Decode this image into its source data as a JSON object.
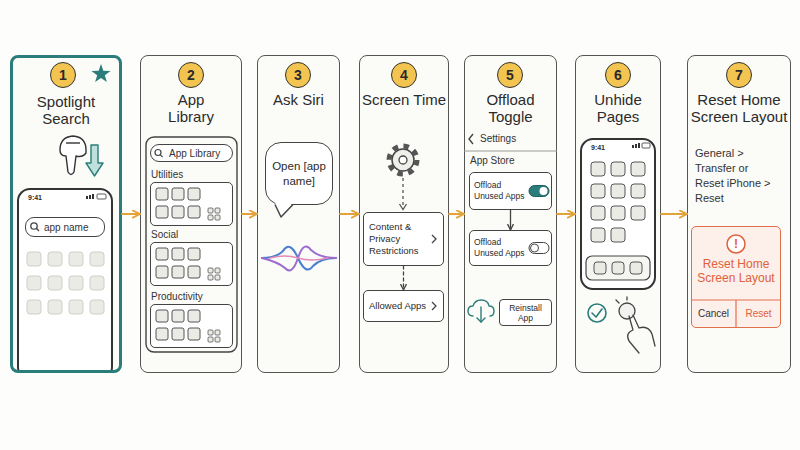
{
  "diagram": {
    "nodes": [
      {
        "text": [
          "Spotlight Search"
        ]
      },
      {
        "text": [
          "1"
        ],
        "in": 0
      },
      {
        "text": [
          "9:41"
        ],
        "in": 0
      },
      {
        "text": [
          "app name"
        ],
        "in": 2
      },
      {
        "text": [
          "App Library"
        ]
      },
      {
        "text": [
          "2"
        ],
        "in": 4
      },
      {
        "text": [
          "App Library"
        ],
        "in": 4
      },
      {
        "text": [
          "Utilities"
        ],
        "in": 4
      },
      {
        "text": [
          "Social"
        ],
        "in": 4
      },
      {
        "text": [
          "Productivity"
        ],
        "in": 4
      },
      {
        "text": [
          "Ask Siri"
        ]
      },
      {
        "text": [
          "3"
        ],
        "in": 10
      },
      {
        "text": [
          "Open [app name]"
        ],
        "in": 10
      },
      {
        "text": [
          "Screen Time"
        ]
      },
      {
        "text": [
          "4"
        ],
        "in": 13
      },
      {
        "text": [
          "Content & Privacy Restrictions"
        ],
        "in": 13
      },
      {
        "text": [
          "Allowed Apps"
        ],
        "in": 13
      },
      {
        "text": [
          "Offload Toggle"
        ]
      },
      {
        "text": [
          "5"
        ],
        "in": 17
      },
      {
        "text": [
          "Offload Unused Apps"
        ],
        "in": 17
      },
      {
        "text": [
          "Offload Unused Apps"
        ],
        "in": 17
      },
      {
        "text": [
          "Reinstall App"
        ],
        "in": 17
      },
      {
        "text": [
          "Unhide Pages"
        ]
      },
      {
        "text": [
          "6"
        ],
        "in": 22
      },
      {
        "text": [
          "9:41"
        ],
        "in": 22
      },
      {
        "text": [
          "Reset Home Screen Layout"
        ]
      },
      {
        "text": [
          "7"
        ],
        "in": 25
      },
      {
        "text": [
          "Reset Home Screen Layout"
        ],
        "in": 25
      }
    ],
    "edges": [
      {
        "from": 0,
        "to": 4,
        "arrow": "to"
      },
      {
        "from": 4,
        "to": 10,
        "arrow": "to"
      },
      {
        "from": 10,
        "to": 13,
        "arrow": "to"
      },
      {
        "from": 13,
        "to": 17,
        "arrow": "to"
      },
      {
        "from": 17,
        "to": 22,
        "arrow": "to"
      },
      {
        "from": 22,
        "to": 25,
        "arrow": "to"
      },
      {
        "from": 15,
        "to": 16,
        "arrow": "to"
      },
      {
        "from": 19,
        "to": 20,
        "arrow": "to"
      }
    ],
    "labels": [
      "Settings",
      "App Store",
      "General > Transfer or Reset iPhone > Reset",
      "!",
      "Cancel",
      "Reset"
    ]
  }
}
